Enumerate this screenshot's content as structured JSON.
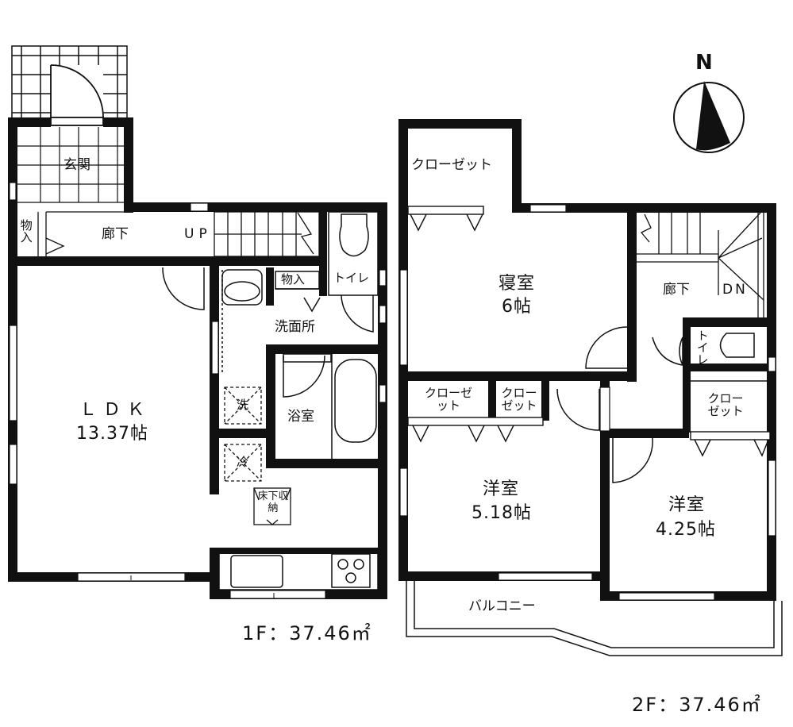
{
  "compass": {
    "label": "N"
  },
  "floor1": {
    "area_label": "1F：37.46㎡",
    "rooms": {
      "entrance": "玄関",
      "storage_small": "物入",
      "hallway": "廊下",
      "stairs_up": "UP",
      "toilet": "トイレ",
      "storage_wash": "物入",
      "washroom": "洗面所",
      "bathroom": "浴室",
      "washer": "洗",
      "fridge": "冷",
      "underfloor_storage": "床下収納",
      "ldk_name": "ＬＤＫ",
      "ldk_size": "13.37帖"
    }
  },
  "floor2": {
    "area_label": "2F：37.46㎡",
    "rooms": {
      "closet_top": "クローゼット",
      "bedroom_name": "寝室",
      "bedroom_size": "6帖",
      "hallway": "廊下",
      "stairs_down": "DN",
      "toilet": "トイレ",
      "closet_a": "クローゼット",
      "closet_b": "クローゼット",
      "closet_c": "クローゼット",
      "western_room1_name": "洋室",
      "western_room1_size": "5.18帖",
      "western_room2_name": "洋室",
      "western_room2_size": "4.25帖",
      "balcony": "バルコニー"
    }
  }
}
